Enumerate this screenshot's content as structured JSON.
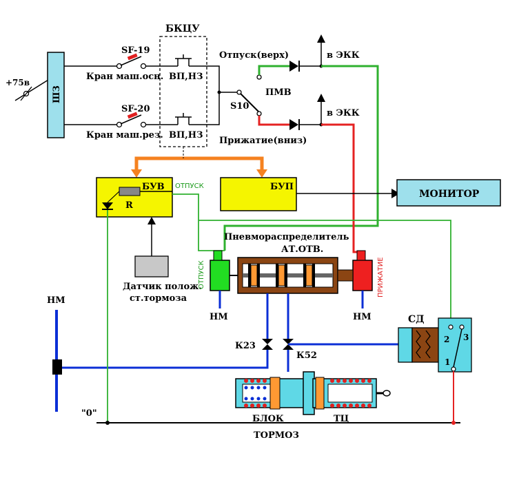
{
  "title": "",
  "labels": {
    "power_in": "+75в",
    "fuse_block": "ШЗ",
    "sf19": "SF-19",
    "sf20": "SF-20",
    "crane_main": "Кран маш.осн.",
    "crane_res": "Кран маш.рез.",
    "bkcu": "БКЦУ",
    "vp_nz_1": "ВП,НЗ",
    "vp_nz_2": "ВП,НЗ",
    "s10": "S10",
    "pmv": "ПМВ",
    "release_up": "Отпуск(верх)",
    "press_down": "Прижатие(вниз)",
    "to_ekk_1": "в ЭКК",
    "to_ekk_2": "в ЭКК",
    "buv": "БУВ",
    "bup": "БУП",
    "otpusk_green": "ОТПУСК",
    "resistor": "R",
    "monitor": "МОНИТОР",
    "sensor_line1": "Датчик полож.",
    "sensor_line2": "ст.тормоза",
    "pneumo": "Пневмораспределитель",
    "at_otv": "АТ.ОТВ.",
    "otpusk_vert": "ОТПУСК",
    "prizhatie_vert": "ПРИЖАТИЕ",
    "nm_left": "НМ",
    "nm_mid": "НМ",
    "nm_right": "НМ",
    "k23": "К23",
    "k52": "К52",
    "sd": "СД",
    "sd_1": "1",
    "sd_2": "2",
    "sd_3": "3",
    "zero": "\"0\"",
    "block": "БЛОК",
    "tc": "ТЦ",
    "brake": "ТОРМОЗ"
  },
  "colors": {
    "green_wire": "#2fb12f",
    "red_wire": "#e52222",
    "blue_pipe": "#0b2fd6",
    "orange_arrow": "#f58220",
    "yellow_box": "#f5f500",
    "monitor_box": "#9ee0ec",
    "cyan_part": "#5fd8e6",
    "brown_body": "#8b4513",
    "orange_piston": "#ff9933"
  }
}
